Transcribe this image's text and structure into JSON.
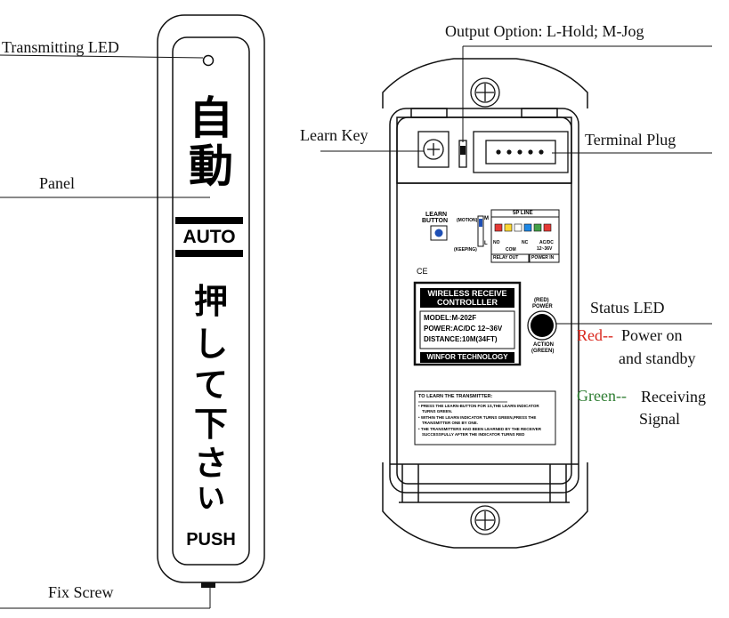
{
  "callouts": {
    "transmitting_led": "Transmitting LED",
    "panel": "Panel",
    "fix_screw": "Fix Screw",
    "output_option": "Output Option: L-Hold; M-Jog",
    "learn_key": "Learn Key",
    "terminal_plug": "Terminal Plug",
    "status_led": "Status LED",
    "red_prefix": "Red--",
    "red_text_1": "Power on",
    "red_text_2": "and standby",
    "green_prefix": "Green--",
    "green_text_1": "Receiving",
    "green_text_2": "Signal"
  },
  "transmitter": {
    "kanji_top_1": "自",
    "kanji_top_2": "動",
    "auto_label": "AUTO",
    "kana_1": "押",
    "kana_2": "し",
    "kana_3": "て",
    "kana_4": "下",
    "kana_5": "さ",
    "kana_6": "い",
    "push_label": "PUSH"
  },
  "receiver": {
    "learn_button": "LEARN\nBUTTON",
    "learn_button_1": "LEARN",
    "learn_button_2": "BUTTON",
    "motion": "(MOTION)",
    "keeping": "(KEEPING)",
    "m_label": "M",
    "l_label": "L",
    "sp_line": "5P LINE",
    "no": "NO",
    "com": "COM",
    "nc": "NC",
    "ac_dc": "AC/DC",
    "voltage": "12~36V",
    "relay_out": "RELAY OUT",
    "power_in": "POWER IN",
    "ce_mark": "CE",
    "label_title_1": "WIRELESS RECEIVE",
    "label_title_2": "CONTROLLLER",
    "model": "MODEL:M-202F",
    "power": "POWER:AC/DC 12~36V",
    "distance": "DISTANCE:10M(34FT)",
    "maker": "WINFOR TECHNOLOGY",
    "red_power_1": "(RED)",
    "red_power_2": "POWER",
    "action_1": "ACTION",
    "action_2": "(GREEN)",
    "instructions_title": "TO LEARN THE TRANSMITTER:",
    "instruction_1a": "• PRESS THE LEARN-BUTTON FOR 1S,THE LEARN INDICATOR",
    "instruction_1b": "TURNS GREEN.",
    "instruction_2a": "• WITHIN THE LEARN INDICATOR TURNS GREEN,PRESS THE",
    "instruction_2b": "TRANSMITTER ONE BY ONE.",
    "instruction_3a": "• THE TRANSMITTERS HAD BEEN LEARNED BY THE RECEIVER",
    "instruction_3b": "SUCCESSFULLY AFTER THE INDICATOR TURNS RED"
  },
  "colors": {
    "line": "#111111",
    "red": "#d9261c",
    "green": "#2e7d32",
    "wire_colors": [
      "#e53935",
      "#fdd835",
      "#ffffff",
      "#1e88e5",
      "#43a047",
      "#e53935"
    ],
    "button_blue": "#1e4fb5"
  }
}
